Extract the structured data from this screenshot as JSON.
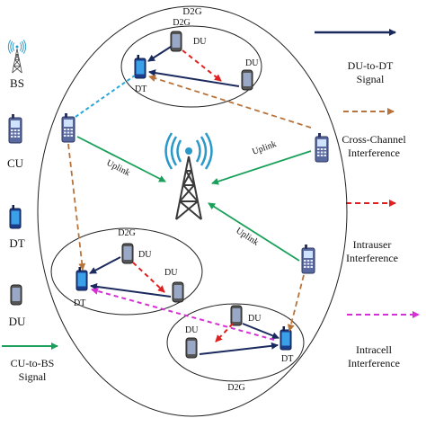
{
  "legend": {
    "bs": "BS",
    "cu": "CU",
    "dt": "DT",
    "du": "DU",
    "cu_to_bs_line1": "CU-to-BS",
    "cu_to_bs_line2": "Signal",
    "du_to_dt_line1": "DU-to-DT",
    "du_to_dt_line2": "Signal",
    "cross_channel_line1": "Cross-Channel",
    "cross_channel_line2": "Interference",
    "intrauser_line1": "Intrauser",
    "intrauser_line2": "Interference",
    "intracell_line1": "Intracell",
    "intracell_line2": "Interference"
  },
  "cell": {
    "label": "D2G"
  },
  "groups": {
    "top": {
      "label": "D2G",
      "du_a": "DU",
      "du_b": "DU",
      "dt": "DT"
    },
    "left": {
      "label": "D2G",
      "du_a": "DU",
      "du_b": "DU",
      "dt": "DT"
    },
    "bottom": {
      "label": "D2G",
      "du_a": "DU",
      "du_b": "DU",
      "dt": "DT"
    }
  },
  "uplink_labels": [
    "Uplink",
    "Uplink",
    "Uplink"
  ],
  "colors": {
    "du_to_dt": "#1b2a5e",
    "cu_to_bs": "#1aa05a",
    "cross_channel": "#b8733a",
    "intrauser": "#e02020",
    "intracell": "#d530d5",
    "d2d_link": "#29a8d8",
    "tower": "#3a3a3a"
  },
  "icons": [
    "tower-icon",
    "cu-phone-icon",
    "dt-phone-icon",
    "du-phone-icon"
  ]
}
